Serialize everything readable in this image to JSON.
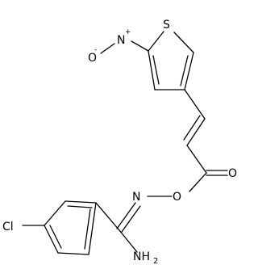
{
  "diagram_type": "chemical-structure",
  "atoms": {
    "o_minus": {
      "symbol": "O",
      "charge": "-"
    },
    "n_plus": {
      "symbol": "N",
      "charge": "+"
    },
    "s_thiophene": {
      "symbol": "S"
    },
    "o_ester_carbonyl": {
      "symbol": "O"
    },
    "o_ester_link": {
      "symbol": "O"
    },
    "n_imine": {
      "symbol": "N"
    },
    "cl": {
      "symbol": "Cl"
    },
    "nh2": {
      "symbol": "NH",
      "subscript": "2"
    }
  },
  "colors": {
    "ink": "#000000",
    "background": "#ffffff"
  }
}
